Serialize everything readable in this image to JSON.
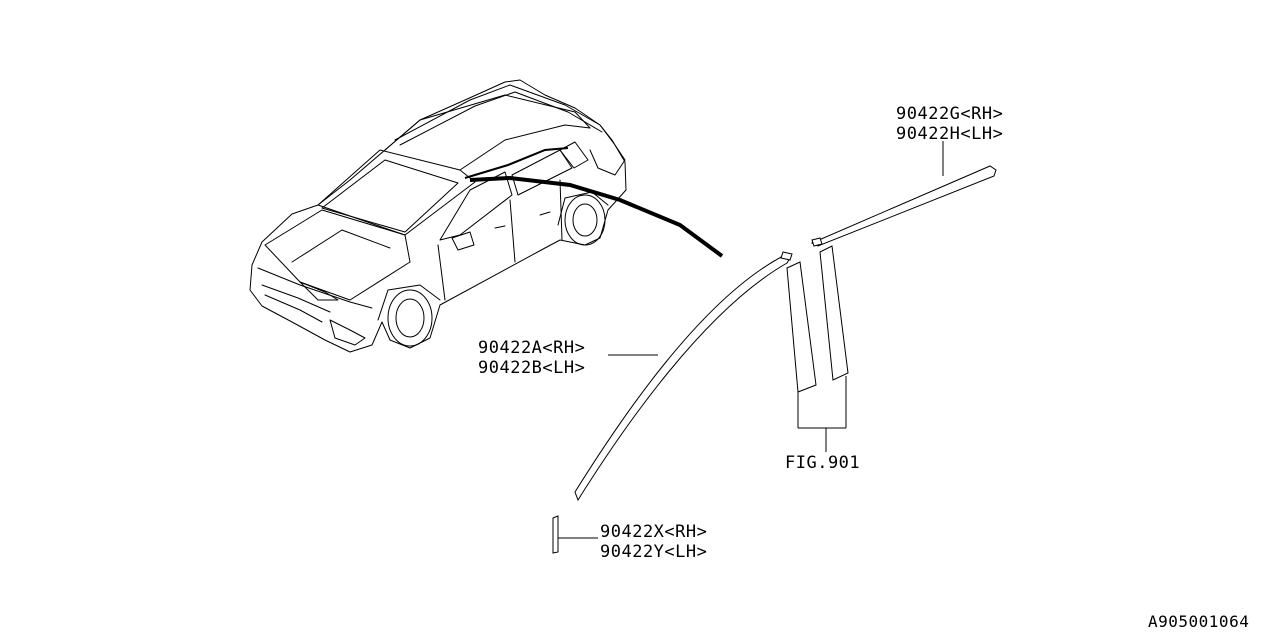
{
  "callouts": {
    "roof_molding_rh": "90422G<RH>",
    "roof_molding_lh": "90422H<LH>",
    "front_molding_rh": "90422A<RH>",
    "front_molding_lh": "90422B<LH>",
    "fig_ref": "FIG.901",
    "end_cap_rh": "90422X<RH>",
    "end_cap_lh": "90422Y<LH>"
  },
  "diagram_id": "A905001064"
}
